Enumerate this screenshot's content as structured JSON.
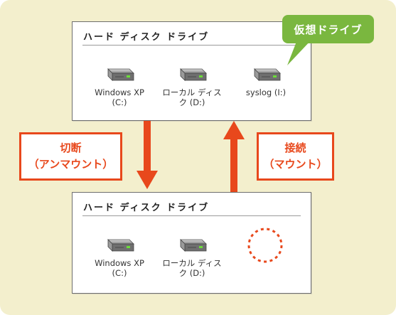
{
  "colors": {
    "background": "#f3efcd",
    "accent_red": "#e8481c",
    "callout_green": "#7ab73f",
    "panel_border": "#6e6e6e"
  },
  "top_panel": {
    "title": "ハード ディスク ドライブ",
    "drives": [
      {
        "line1": "Windows XP",
        "line2": "(C:)",
        "icon": "hard-drive-icon"
      },
      {
        "line1": "ローカル ディス",
        "line2": "ク (D:)",
        "icon": "hard-drive-icon"
      },
      {
        "line1": "syslog (I:)",
        "line2": "",
        "icon": "hard-drive-icon"
      }
    ]
  },
  "bottom_panel": {
    "title": "ハード ディスク ドライブ",
    "drives": [
      {
        "line1": "Windows XP",
        "line2": "(C:)",
        "icon": "hard-drive-icon"
      },
      {
        "line1": "ローカル ディス",
        "line2": "ク (D:)",
        "icon": "hard-drive-icon"
      }
    ],
    "empty_slot_icon": "dashed-circle-icon"
  },
  "callout": {
    "text": "仮想ドライブ"
  },
  "disconnect_box": {
    "line1": "切断",
    "line2": "（アンマウント）"
  },
  "connect_box": {
    "line1": "接続",
    "line2": "（マウント）"
  }
}
